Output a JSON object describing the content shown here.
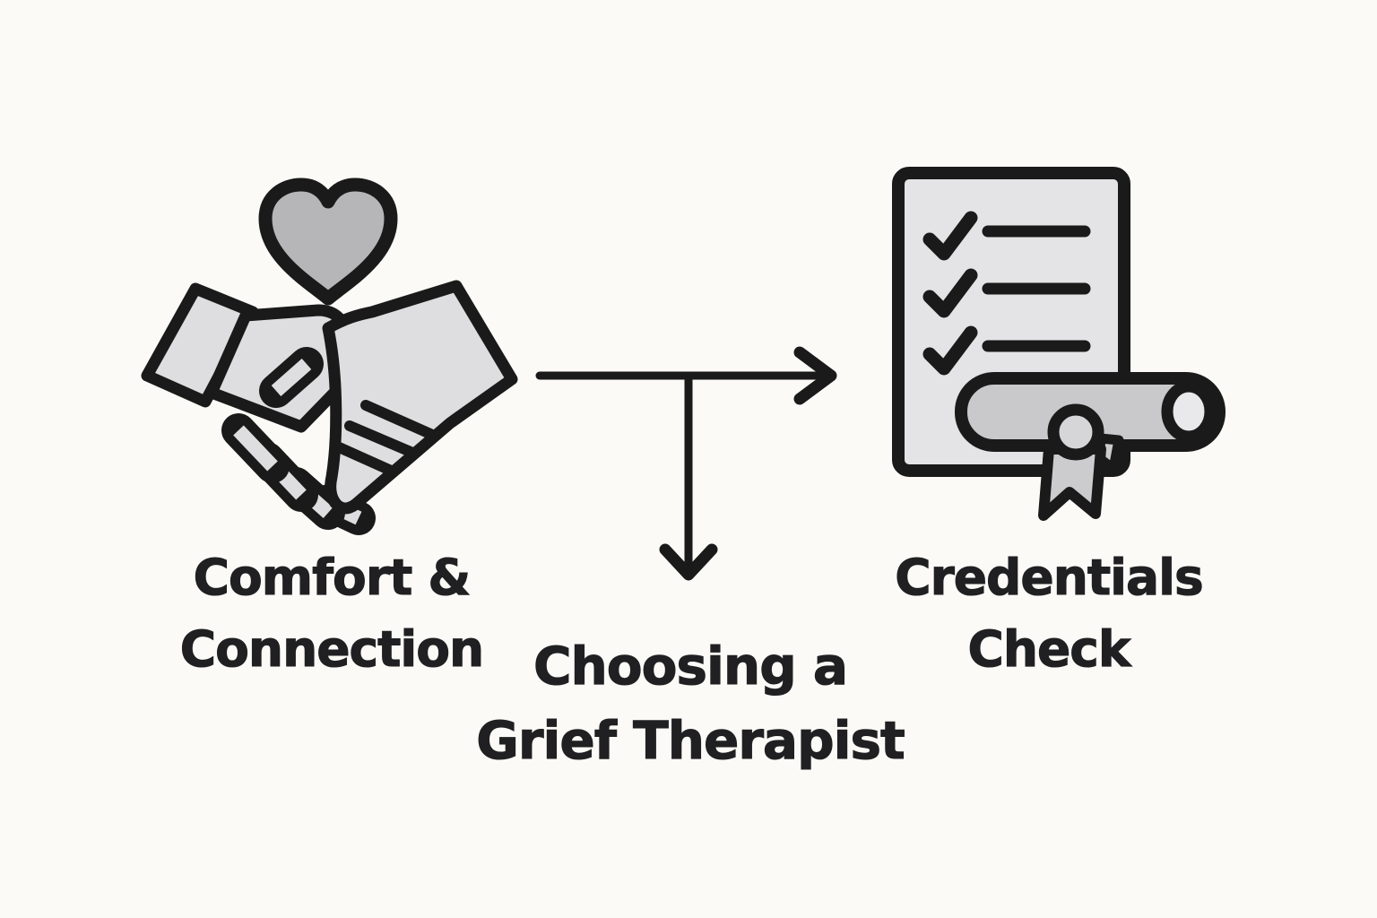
{
  "page": {
    "background": "#fbfaf7"
  },
  "left_node": {
    "icon": "handshake-heart-icon",
    "line1": "Comfort &",
    "line2": "Connection"
  },
  "center_node": {
    "icon": "branch-arrow-icon",
    "line1": "Choosing a",
    "line2": "Grief Therapist"
  },
  "right_node": {
    "icon": "certificate-checklist-icon",
    "line1": "Credentials",
    "line2": "Check"
  },
  "colors": {
    "ink": "#1a1a1a",
    "text": "#202022",
    "hand_fill": "#dedee0",
    "heart_fill": "#b6b6b9",
    "document_fill": "#e4e4e6",
    "scroll_fill": "#c9c9cc",
    "scroll_cap_fill": "#e9e9eb",
    "rosette_fill": "#d6d6d8",
    "ribbon_fill": "#cccccf"
  }
}
